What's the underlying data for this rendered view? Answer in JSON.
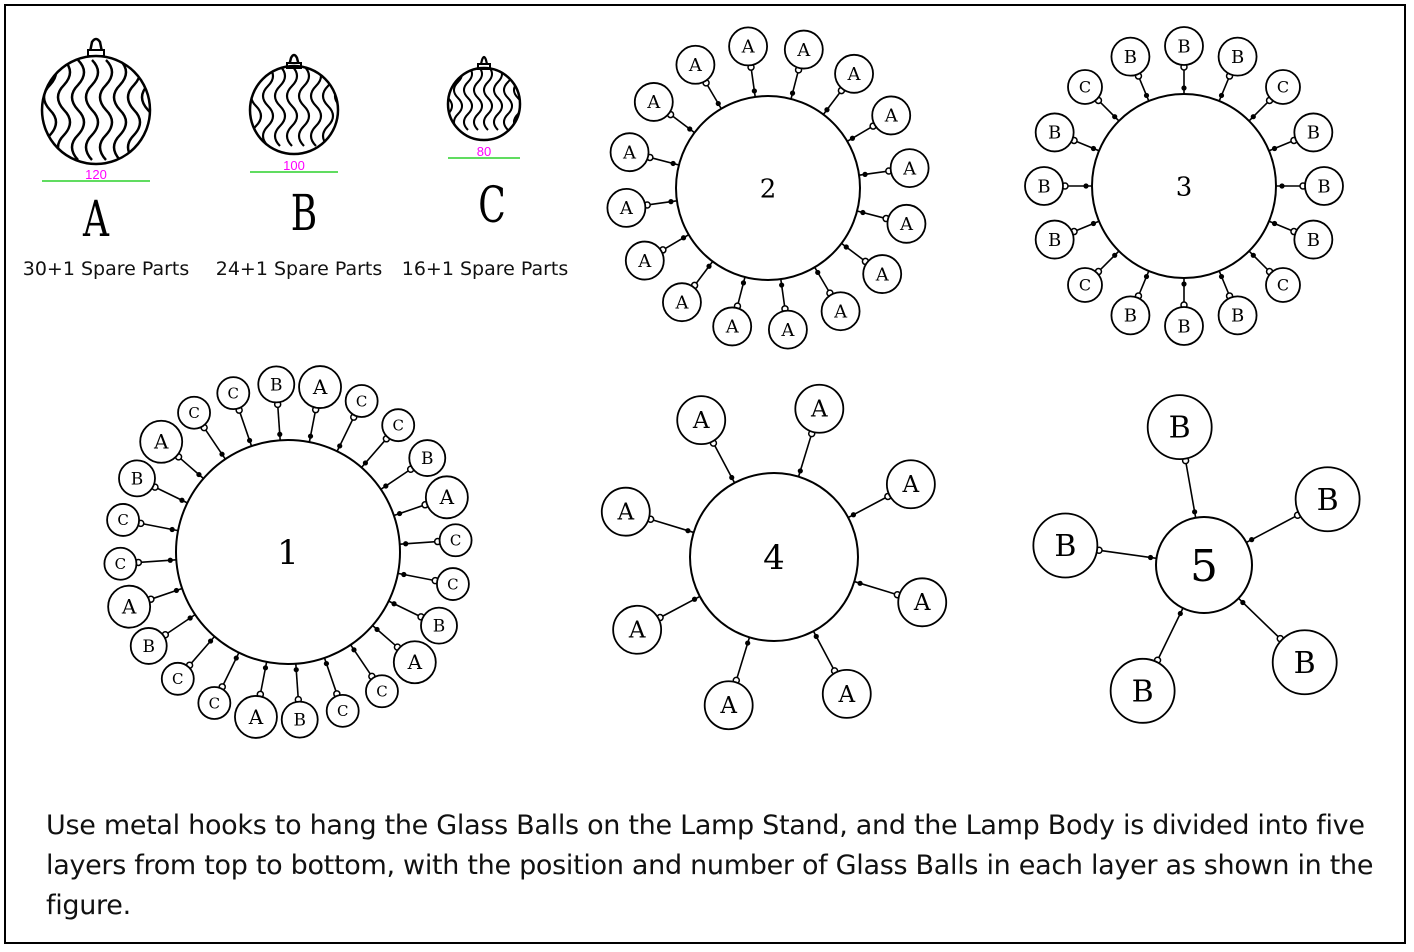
{
  "ball_types": [
    {
      "letter": "A",
      "dimension": "120",
      "quantity": "30+1 Spare Parts"
    },
    {
      "letter": "B",
      "dimension": "100",
      "quantity": "24+1 Spare Parts"
    },
    {
      "letter": "C",
      "dimension": "80",
      "quantity": "16+1 Spare Parts"
    }
  ],
  "layers": [
    {
      "label": "1",
      "balls": [
        "A",
        "C",
        "C",
        "B",
        "A",
        "C",
        "C",
        "B",
        "A",
        "C",
        "C",
        "B",
        "A",
        "C",
        "C",
        "B",
        "A",
        "C",
        "C",
        "B",
        "A",
        "C",
        "C",
        "B"
      ]
    },
    {
      "label": "2",
      "balls": [
        "A",
        "A",
        "A",
        "A",
        "A",
        "A",
        "A",
        "A",
        "A",
        "A",
        "A",
        "A",
        "A",
        "A",
        "A",
        "A"
      ]
    },
    {
      "label": "3",
      "balls": [
        "B",
        "B",
        "C",
        "B",
        "B",
        "B",
        "C",
        "B",
        "B",
        "B",
        "C",
        "B",
        "B",
        "B",
        "C",
        "B"
      ]
    },
    {
      "label": "4",
      "balls": [
        "A",
        "A",
        "A",
        "A",
        "A",
        "A",
        "A",
        "A"
      ]
    },
    {
      "label": "5",
      "balls": [
        "B",
        "B",
        "B",
        "B",
        "B"
      ]
    }
  ],
  "colors": {
    "dimension_text": "#ff00ff",
    "dimension_line": "#00c800",
    "line": "#000000"
  },
  "caption": "Use metal hooks to hang the Glass Balls on the Lamp Stand, and the Lamp Body is divided into five layers from top to bottom, with the position and number of Glass Balls in each layer as shown in the figure."
}
